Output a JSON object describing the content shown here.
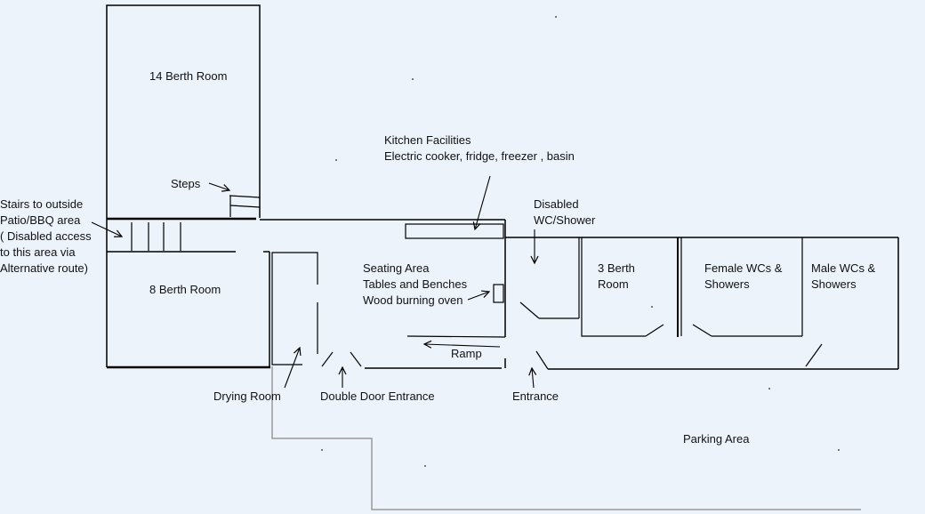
{
  "labels": {
    "berth14": "14 Berth Room",
    "steps": "Steps",
    "stairs": "Stairs to outside\nPatio/BBQ area\n( Disabled access\nto this area via\nAlternative route)",
    "berth8": "8 Berth Room",
    "kitchen": "Kitchen Facilities\nElectric cooker, fridge, freezer , basin",
    "disabled_wc": "Disabled\nWC/Shower",
    "seating": "Seating Area\nTables and Benches\nWood burning oven",
    "berth3": "3 Berth\nRoom",
    "female": "Female WCs &\nShowers",
    "male": "Male WCs &\nShowers",
    "ramp": "Ramp",
    "drying": "Drying Room",
    "double_door": "Double Door Entrance",
    "entrance": "Entrance",
    "parking": "Parking Area"
  },
  "colors": {
    "background": "#edf3fb",
    "wall": "#000000",
    "path": "#999999"
  }
}
